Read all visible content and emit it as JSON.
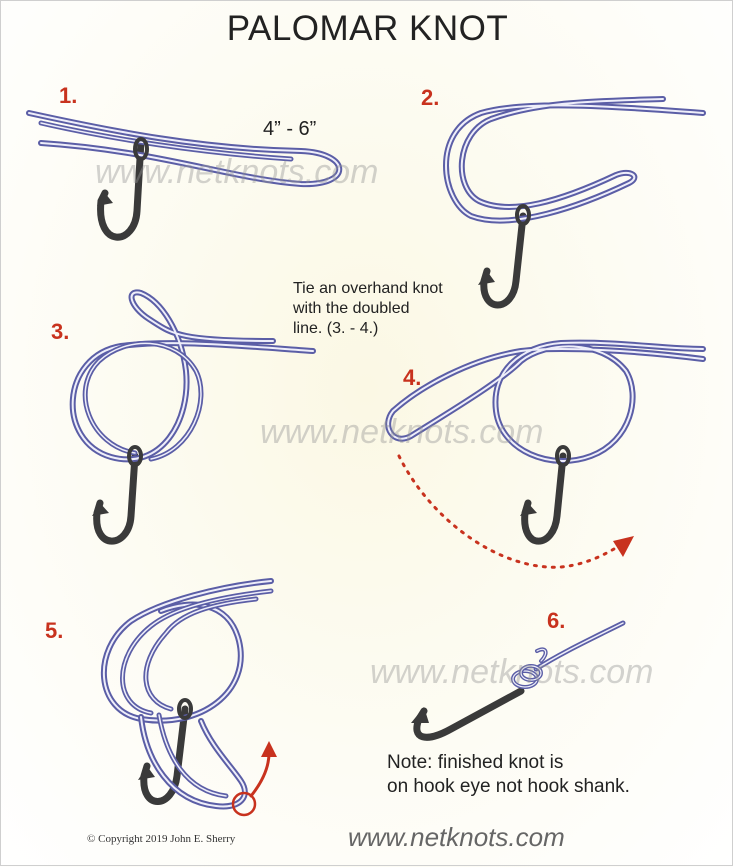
{
  "title": "PALOMAR KNOT",
  "steps": {
    "s1": "1.",
    "s2": "2.",
    "s3": "3.",
    "s4": "4.",
    "s5": "5.",
    "s6": "6."
  },
  "length_label": "4” - 6”",
  "instruction": {
    "line1": "Tie an overhand knot",
    "line2": "with the doubled",
    "line3": "line. (3. - 4.)"
  },
  "note": {
    "line1": "Note: finished knot is",
    "line2": "on hook eye not hook shank."
  },
  "watermark": "www.netknots.com",
  "copyright": "© Copyright  2019  John E. Sherry",
  "footer": "www.netknots.com",
  "colors": {
    "line": "#5b5ea6",
    "line_fill": "#eeeefa",
    "hook": "#3a3a3a",
    "step_label": "#c8321e",
    "arrow": "#c8321e"
  }
}
